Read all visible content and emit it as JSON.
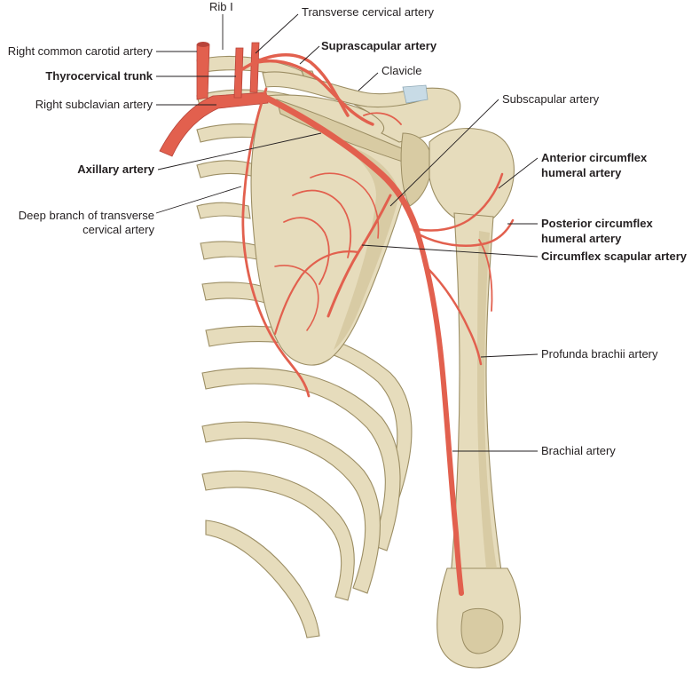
{
  "labels": {
    "rib_i": "Rib I",
    "right_common_carotid": "Right common carotid artery",
    "thyrocervical_trunk": "Thyrocervical trunk",
    "right_subclavian": "Right subclavian artery",
    "axillary": "Axillary artery",
    "deep_branch_line1": "Deep branch of transverse",
    "deep_branch_line2": "cervical artery",
    "transverse_cervical": "Transverse cervical artery",
    "suprascapular": "Suprascapular artery",
    "clavicle": "Clavicle",
    "subscapular": "Subscapular artery",
    "anterior_circumflex_line1": "Anterior circumflex",
    "anterior_circumflex_line2": "humeral artery",
    "posterior_circumflex_line1": "Posterior circumflex",
    "posterior_circumflex_line2": "humeral artery",
    "circumflex_scapular": "Circumflex scapular artery",
    "profunda_brachii": "Profunda brachii artery",
    "brachial": "Brachial artery"
  },
  "colors": {
    "bone": "#e6dcbc",
    "artery": "#e2604e",
    "cartilage": "#c8dbe6",
    "text": "#231f20"
  }
}
